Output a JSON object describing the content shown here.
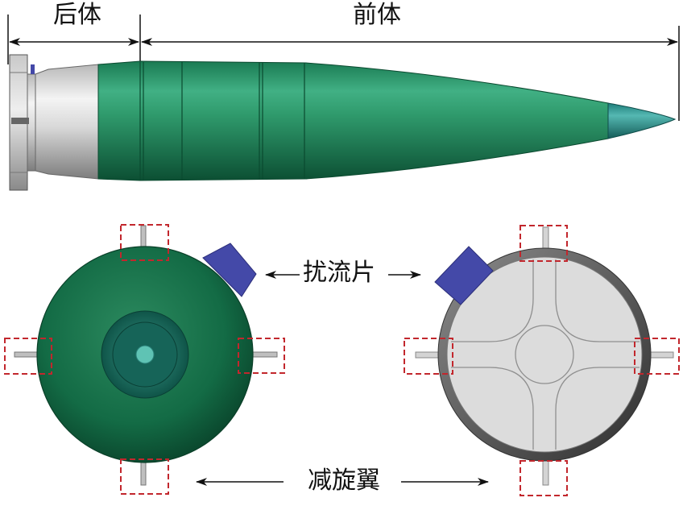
{
  "labels": {
    "rear_body": "后体",
    "front_body": "前体",
    "spoiler": "扰流片",
    "despin_fins": "减旋翼"
  },
  "colors": {
    "body_green_light": "#3fae82",
    "body_green": "#1f8a5d",
    "body_green_dark": "#0d5a3a",
    "nose_teal": "#2e9a96",
    "metal_light": "#eeeeee",
    "metal_dark": "#9a9a9a",
    "spoiler_blue": "#4449a8",
    "marker_red": "#c2272d",
    "face_gray": "#d9d9d9",
    "ring_dark": "#4a4a4a"
  },
  "views": [
    "side-view",
    "front-view",
    "rear-view"
  ]
}
